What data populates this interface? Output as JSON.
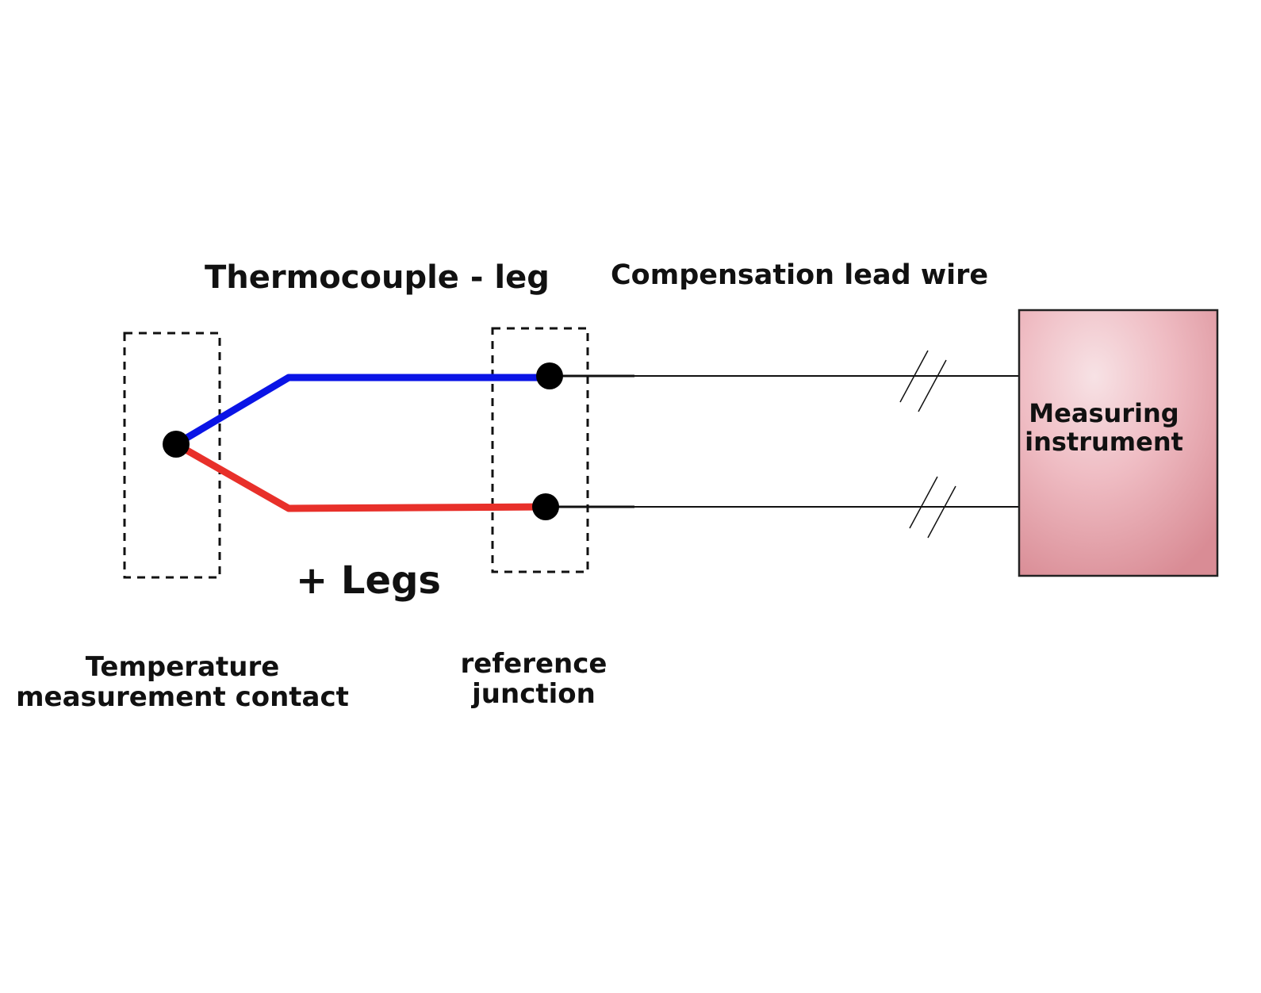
{
  "labels": {
    "negative_leg": "Thermocouple - leg",
    "compensation": "Compensation lead wire",
    "positive_leg": "+ Legs",
    "temperature_contact": [
      "Temperature",
      "measurement contact"
    ],
    "reference_junction": [
      "reference",
      "junction"
    ],
    "measuring_instrument": [
      "Measuring",
      "instrument"
    ]
  },
  "colors": {
    "negative_leg": "#0a14e6",
    "positive_leg": "#e8302a",
    "instrument_fill": "#d98c95",
    "wire": "#111111"
  }
}
